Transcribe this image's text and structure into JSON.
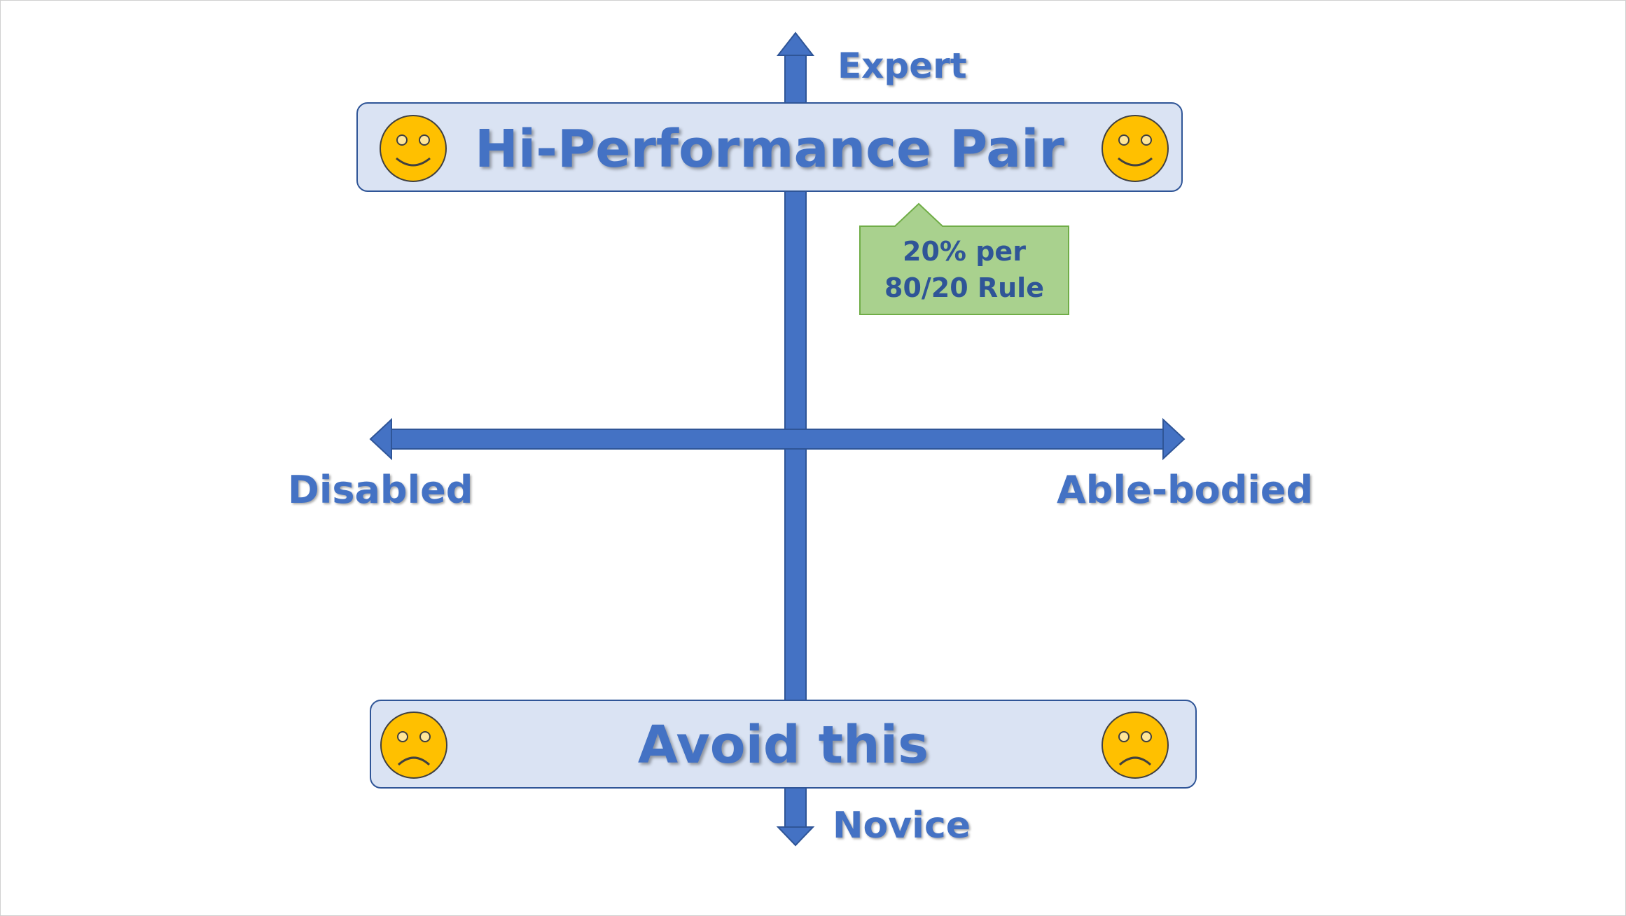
{
  "axes": {
    "top_label": "Expert",
    "bottom_label": "Novice",
    "left_label": "Disabled",
    "right_label": "Able-bodied",
    "color": "#4472C4"
  },
  "top_banner": {
    "title": "Hi-Performance Pair",
    "icon": "smiley-face-icon"
  },
  "bottom_banner": {
    "title": "Avoid this",
    "icon": "frowning-face-icon"
  },
  "callout": {
    "line1": "20% per",
    "line2": "80/20 Rule",
    "fill": "#A9D18E"
  },
  "colors": {
    "banner_fill": "#DAE3F3",
    "banner_border": "#2F5597",
    "face_fill": "#FFC000"
  }
}
